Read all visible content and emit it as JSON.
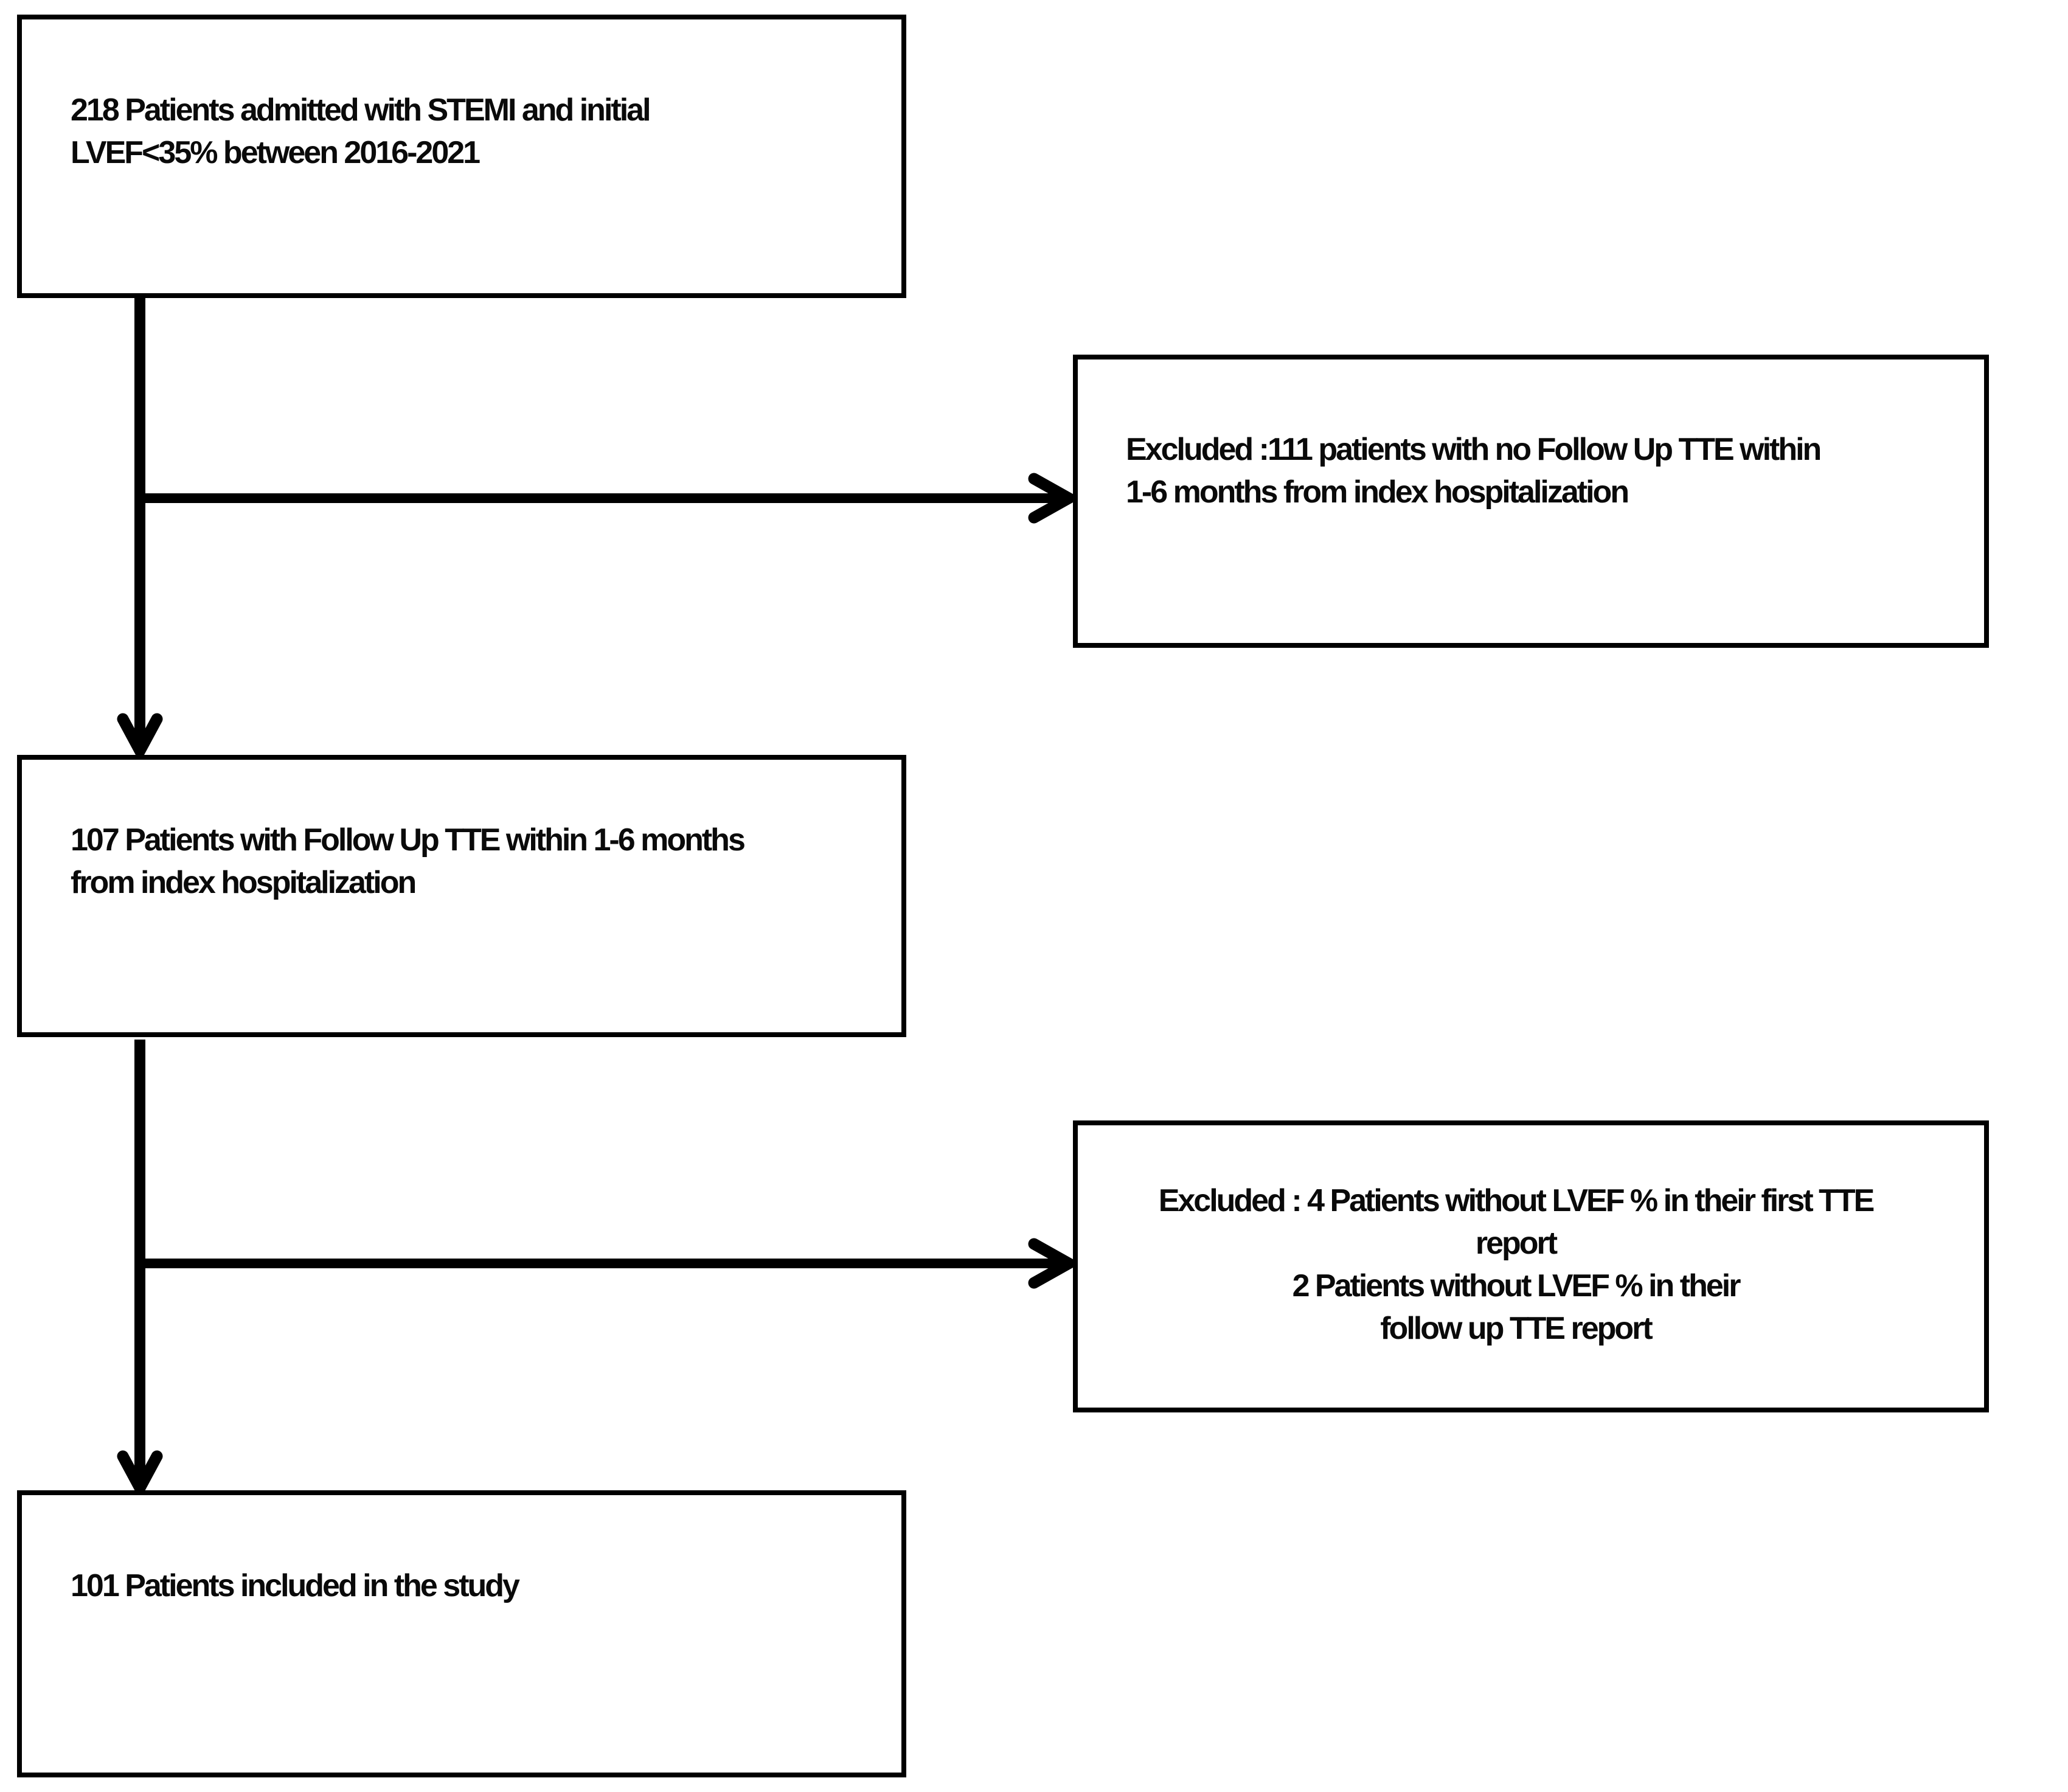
{
  "colors": {
    "ink": "#000000",
    "paper": "#ffffff",
    "text": "#0a0a0a"
  },
  "diagram": {
    "nodes": {
      "admitted": {
        "lines": [
          "218 Patients admitted with STEMI and initial",
          "LVEF<35% between 2016-2021"
        ]
      },
      "excluded_no_followup_tte": {
        "lines": [
          "Excluded :111 patients with no Follow Up TTE within",
          "1-6 months from index hospitalization"
        ]
      },
      "followup_tte": {
        "lines": [
          "107 Patients with Follow Up TTE within 1-6 months",
          "from index hospitalization"
        ]
      },
      "excluded_no_lvef": {
        "lines": [
          "Excluded : 4 Patients without LVEF % in their first TTE",
          "report",
          "2 Patients without LVEF % in their",
          "follow up TTE report"
        ]
      },
      "included": {
        "lines": [
          "101 Patients included in the study"
        ]
      }
    }
  }
}
